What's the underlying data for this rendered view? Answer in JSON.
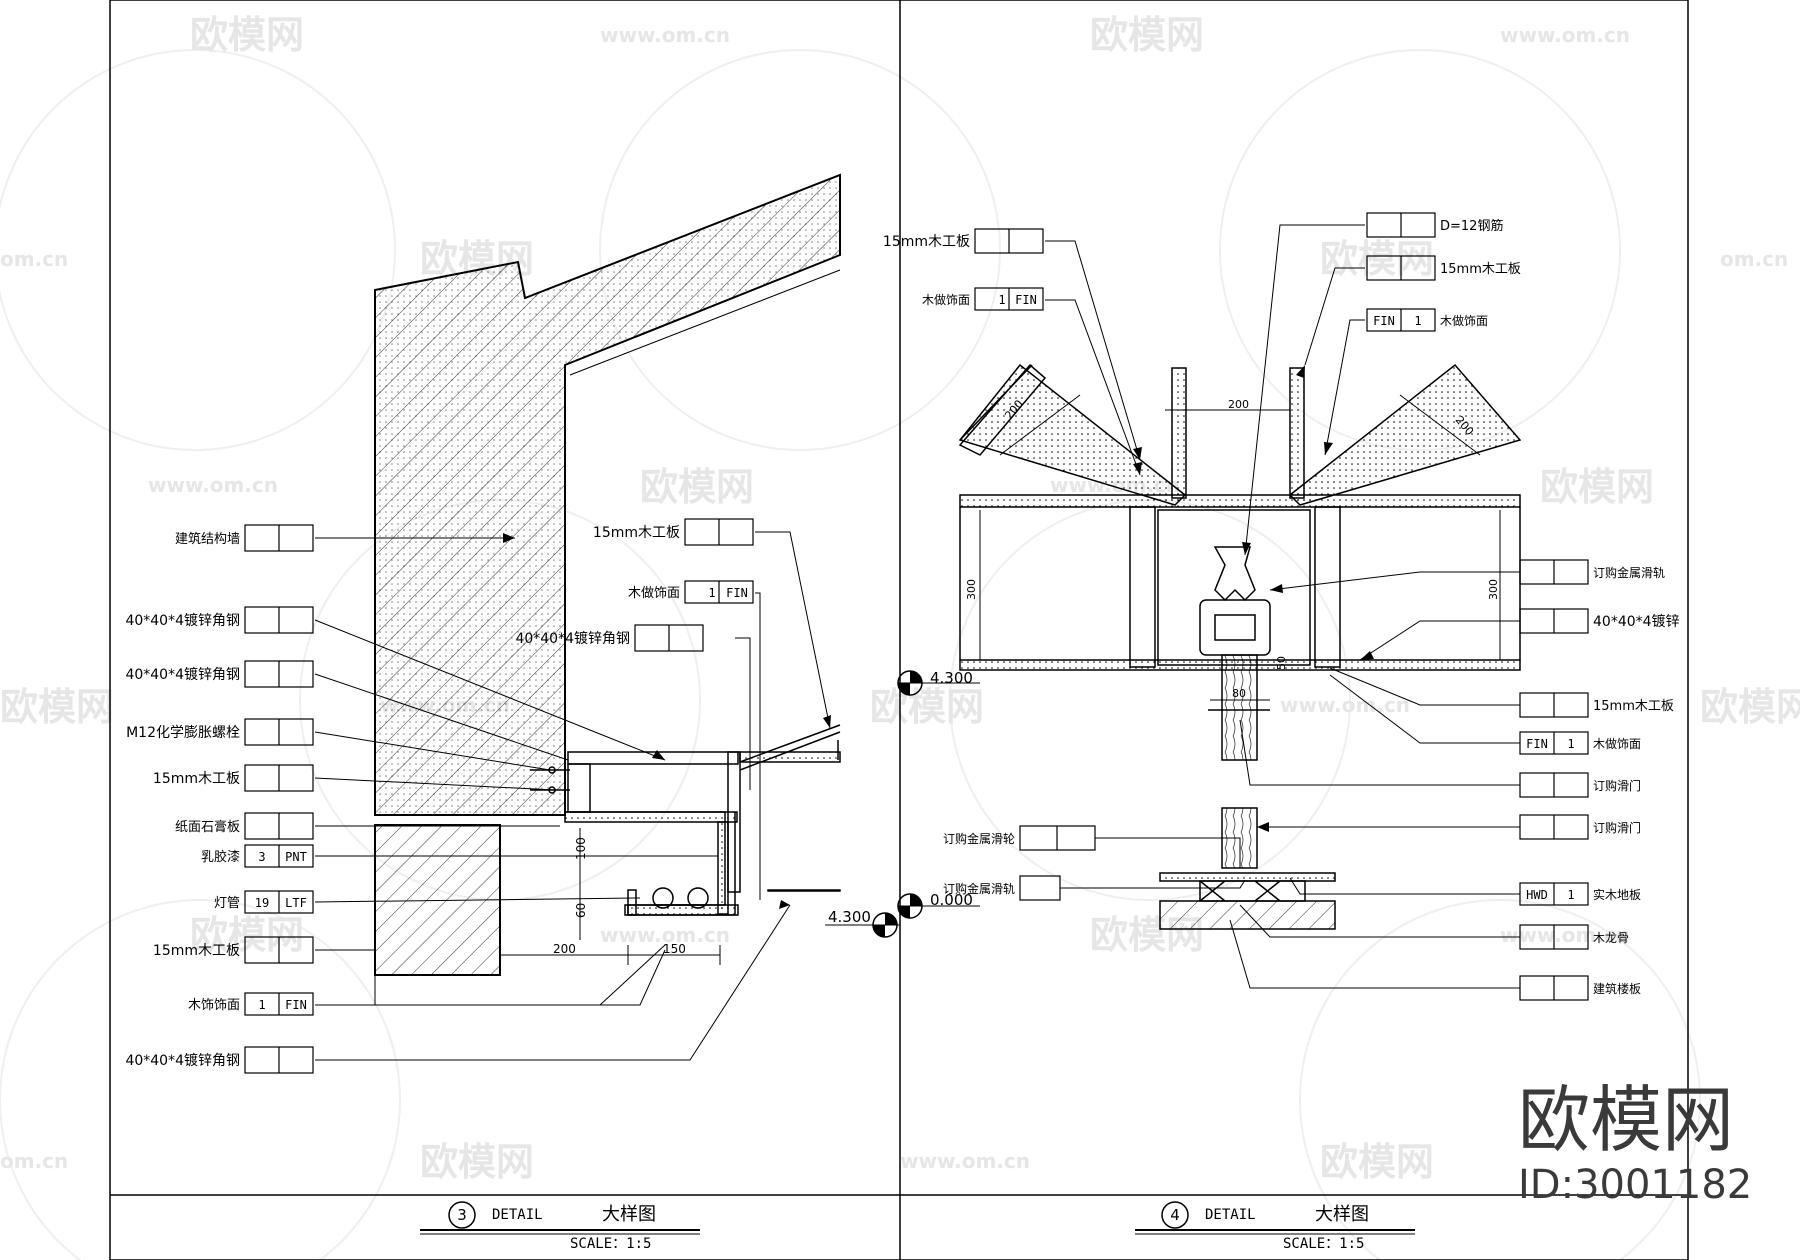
{
  "watermark": {
    "brand": "欧模网",
    "url": "www.om.cn",
    "url_short": "om.cn",
    "id_label": "ID:3001182"
  },
  "left": {
    "detail_number": "3",
    "detail_word": "DETAIL",
    "detail_title": "大样图",
    "scale": "SCALE：1:5",
    "labels": {
      "wall": "建筑结构墙",
      "angle1": "40*40*4镀锌角钢",
      "angle2": "40*40*4镀锌角钢",
      "bolt": "M12化学膨胀螺栓",
      "board1": "15mm木工板",
      "gypsum": "纸面石膏板",
      "paint": "乳胶漆",
      "paint_code": "3",
      "paint_tag": "PNT",
      "lamp": "灯管",
      "lamp_code": "19",
      "lamp_tag": "LTF",
      "board2": "15mm木工板",
      "veneer_b": "木饰饰面",
      "veneer_b_code": "1",
      "veneer_b_tag": "FIN",
      "angle3": "40*40*4镀锌角钢",
      "board_top": "15mm木工板",
      "veneer_top": "木做饰面",
      "veneer_top_code": "1",
      "veneer_top_tag": "FIN",
      "angle_top": "40*40*4镀锌角钢"
    },
    "dims": {
      "d100": "100",
      "d60": "60",
      "d200": "200",
      "d150": "150",
      "elev": "4.300"
    }
  },
  "right": {
    "detail_number": "4",
    "detail_word": "DETAIL",
    "detail_title": "大样图",
    "scale": "SCALE：1:5",
    "labels": {
      "board_l": "15mm木工板",
      "veneer_l": "木做饰面",
      "veneer_l_code": "1",
      "veneer_l_tag": "FIN",
      "rebar": "D=12钢筋",
      "board_r": "15mm木工板",
      "veneer_r": "木做饰面",
      "veneer_r_code": "1",
      "veneer_r_tag": "FIN",
      "track": "订购金属滑轨",
      "angle": "40*40*4镀锌",
      "board_b": "15mm木工板",
      "veneer_b": "木做饰面",
      "veneer_b_code": "1",
      "veneer_b_tag": "FIN",
      "door1": "订购滑门",
      "door2": "订购滑门",
      "pulley": "订购金属滑轮",
      "track_b": "订购金属滑轨",
      "floor": "实木地板",
      "floor_code": "1",
      "floor_tag": "HWD",
      "keel": "木龙骨",
      "slab": "建筑楼板"
    },
    "dims": {
      "d200": "200",
      "d200a": "200",
      "d200b": "200",
      "d300l": "300",
      "d300r": "300",
      "d80": "80",
      "d50": "50",
      "elev_top": "4.300",
      "elev_bot": "0.000"
    }
  }
}
